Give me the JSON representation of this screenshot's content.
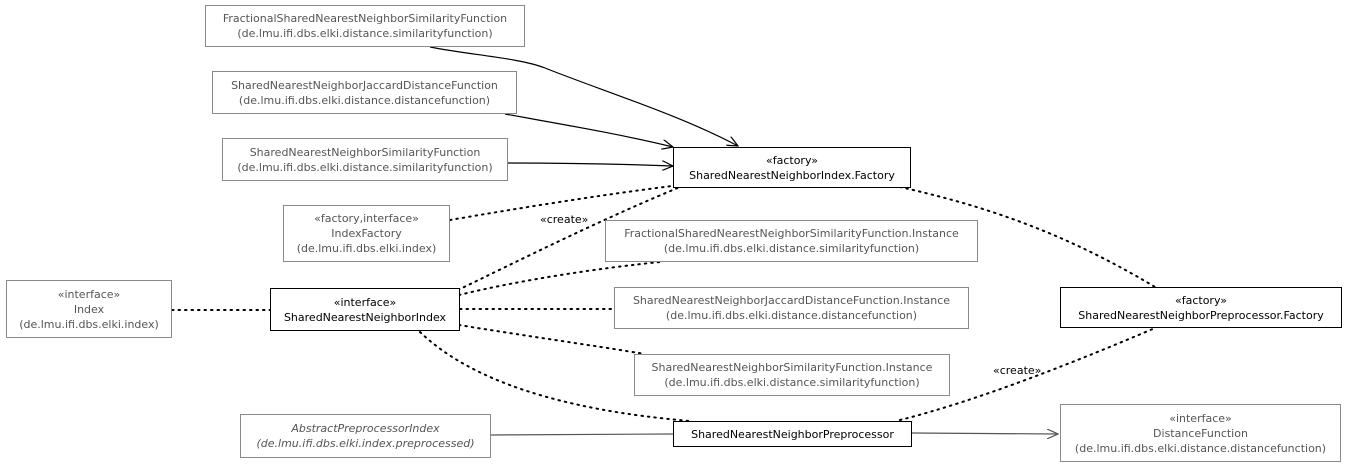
{
  "nodes": {
    "frac_sim_fn": {
      "name": "FractionalSharedNearestNeighborSimilarityFunction",
      "package": "(de.lmu.ifi.dbs.elki.distance.similarityfunction)"
    },
    "snn_jaccard_fn": {
      "name": "SharedNearestNeighborJaccardDistanceFunction",
      "package": "(de.lmu.ifi.dbs.elki.distance.distancefunction)"
    },
    "snn_sim_fn": {
      "name": "SharedNearestNeighborSimilarityFunction",
      "package": "(de.lmu.ifi.dbs.elki.distance.similarityfunction)"
    },
    "snn_index_factory": {
      "stereotype": "«factory»",
      "name": "SharedNearestNeighborIndex.Factory"
    },
    "index_factory": {
      "stereotype": "«factory,interface»",
      "name": "IndexFactory",
      "package": "(de.lmu.ifi.dbs.elki.index)"
    },
    "index": {
      "stereotype": "«interface»",
      "name": "Index",
      "package": "(de.lmu.ifi.dbs.elki.index)"
    },
    "snn_index": {
      "stereotype": "«interface»",
      "name": "SharedNearestNeighborIndex"
    },
    "frac_sim_fn_instance": {
      "name": "FractionalSharedNearestNeighborSimilarityFunction.Instance",
      "package": "(de.lmu.ifi.dbs.elki.distance.similarityfunction)"
    },
    "snn_jaccard_fn_instance": {
      "name": "SharedNearestNeighborJaccardDistanceFunction.Instance",
      "package": "(de.lmu.ifi.dbs.elki.distance.distancefunction)"
    },
    "snn_sim_fn_instance": {
      "name": "SharedNearestNeighborSimilarityFunction.Instance",
      "package": "(de.lmu.ifi.dbs.elki.distance.similarityfunction)"
    },
    "snn_preprocessor_factory": {
      "stereotype": "«factory»",
      "name": "SharedNearestNeighborPreprocessor.Factory"
    },
    "abstract_preprocessor_index": {
      "name": "AbstractPreprocessorIndex",
      "package": "(de.lmu.ifi.dbs.elki.index.preprocessed)"
    },
    "snn_preprocessor": {
      "name": "SharedNearestNeighborPreprocessor"
    },
    "distance_function": {
      "stereotype": "«interface»",
      "name": "DistanceFunction",
      "package": "(de.lmu.ifi.dbs.elki.distance.distancefunction)"
    }
  },
  "edge_labels": {
    "create_index": "«create»",
    "create_preprocessor": "«create»"
  }
}
